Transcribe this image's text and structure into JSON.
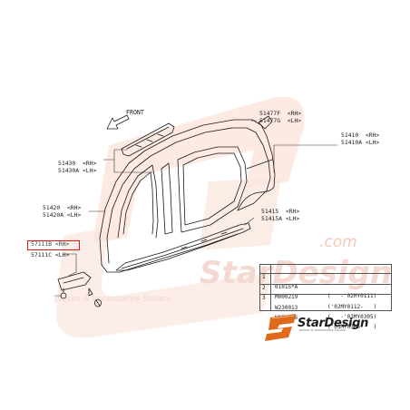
{
  "diagram": {
    "front_label": "FRONT",
    "callouts": {
      "roof_rail": [
        "51477F  <RH>",
        "51477G  <LH>"
      ],
      "quarter": [
        "51410  <RH>",
        "51410A <LH>"
      ],
      "pillar": [
        "51430  <RH>",
        "51430A <LH>"
      ],
      "side_panel": [
        "51420  <RH>",
        "51420A <LH>"
      ],
      "sill": [
        "51415  <RH>",
        "51415A <LH>"
      ],
      "reinforce_rh": "57111B <RH>",
      "reinforce_lh": "57111C <LH>"
    },
    "legend": {
      "rows": [
        {
          "num": "1",
          "part": "0101S*A",
          "range": "(   -'02MY0111)"
        },
        {
          "num": "2",
          "part": "M000219",
          "range": "('02MY0112-   )"
        },
        {
          "num": "3",
          "part": "W230013",
          "range": "(   -'03MY0305)"
        },
        {
          "num": "",
          "part": "W230046",
          "range": "('03MY0306-   )"
        }
      ]
    }
  },
  "watermark": {
    "logo_main": "StarDesign",
    "logo_sub": "pièces & accessoires Subaru",
    "domain": ".com",
    "big_text": "StarDesign",
    "tagline": "pièces & accessoires Subaru"
  },
  "colors": {
    "highlight": "#e01818",
    "watermark": "#f6d8cc",
    "logo_accent": "#e06a1c"
  }
}
